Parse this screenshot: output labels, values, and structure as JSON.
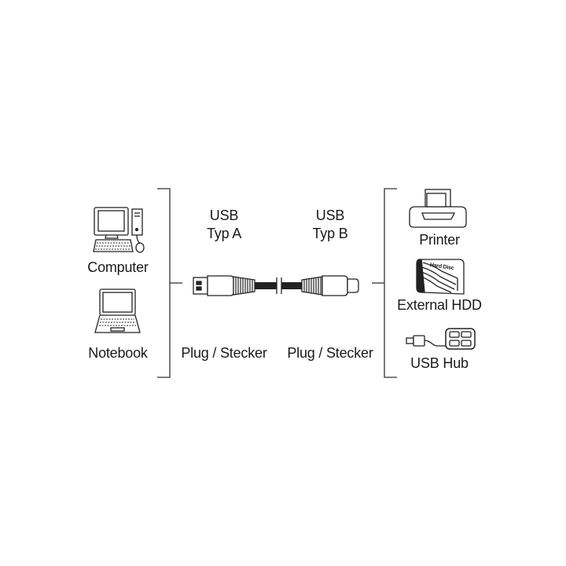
{
  "left_devices": {
    "computer_label": "Computer",
    "notebook_label": "Notebook"
  },
  "connector_a": {
    "title_line1": "USB",
    "title_line2": "Typ A",
    "plug_label": "Plug / Stecker"
  },
  "connector_b": {
    "title_line1": "USB",
    "title_line2": "Typ B",
    "plug_label": "Plug / Stecker"
  },
  "right_devices": {
    "printer_label": "Printer",
    "hdd_label": "External HDD",
    "hdd_case_text": "Hard Disc",
    "hub_label": "USB Hub"
  }
}
